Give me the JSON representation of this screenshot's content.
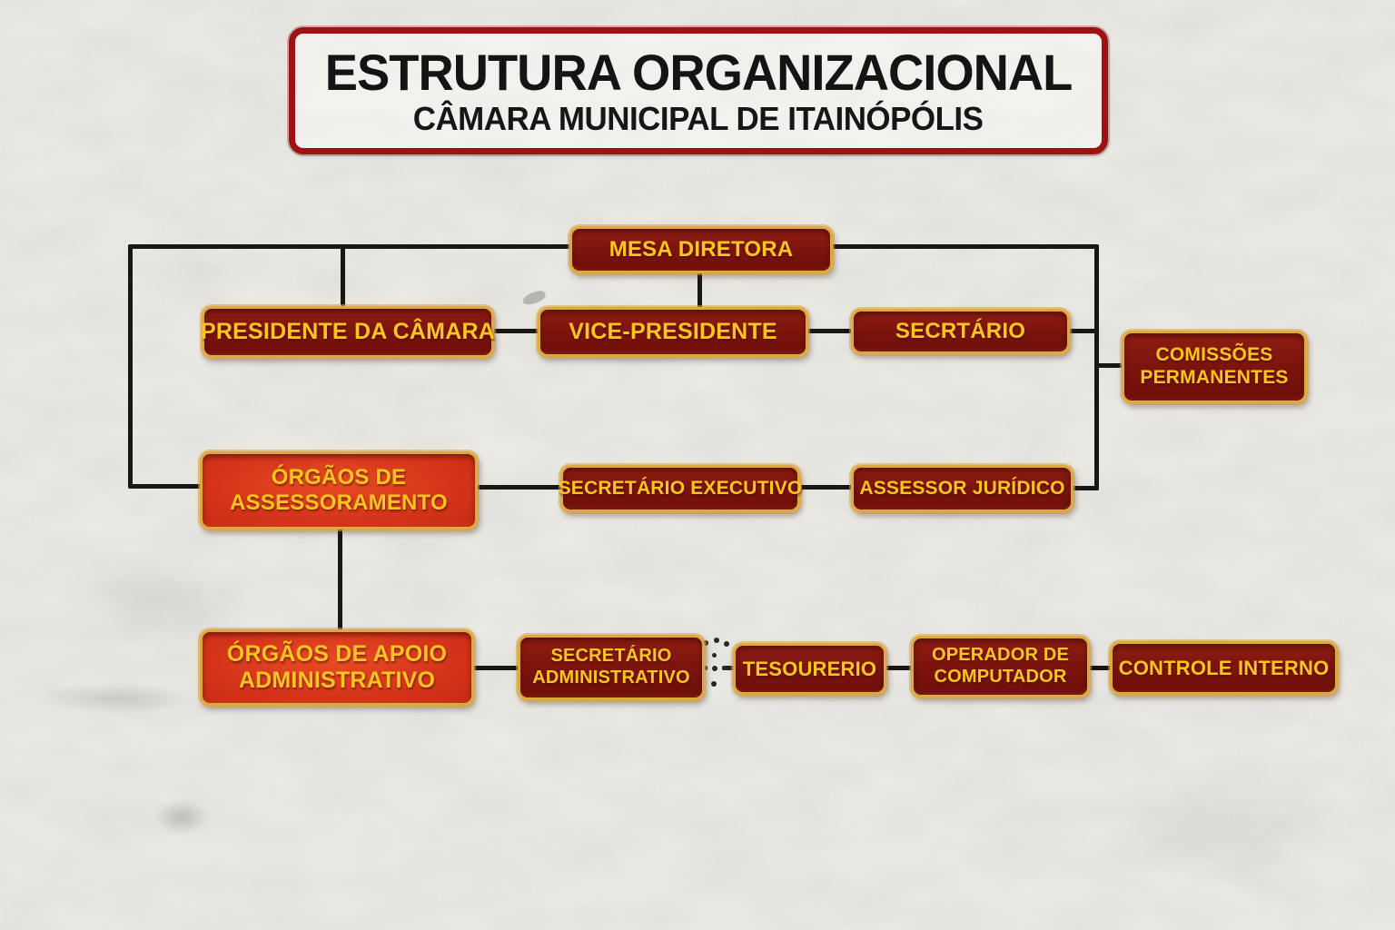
{
  "title": {
    "line1": "ESTRUTURA ORGANIZACIONAL",
    "line2": "CÂMARA MUNICIPAL DE ITAINÓPÓLIS"
  },
  "colors": {
    "title_border_red": "#9e1212",
    "box_maroon": "#7a130c",
    "box_orange": "#d5341a",
    "box_border_gold": "#dfa93f",
    "text_yellow": "#ffc41f",
    "title_text_black": "#141414",
    "connector_black": "#1a1614",
    "paper_background": "#efeeeb"
  },
  "org": {
    "nodes": [
      {
        "id": "mesa-diretora",
        "label": "MESA DIRETORA",
        "variant": "maroon"
      },
      {
        "id": "presidente-da-camara",
        "label": "PRESIDENTE DA CÂMARA",
        "variant": "maroon"
      },
      {
        "id": "vice-presidente",
        "label": "VICE-PRESIDENTE",
        "variant": "maroon"
      },
      {
        "id": "secrtario",
        "label": "SECRTÁRIO",
        "variant": "maroon"
      },
      {
        "id": "comissoes-permanentes",
        "label": "COMISSÕES PERMANENTES",
        "variant": "maroon"
      },
      {
        "id": "orgaos-de-assessoramento",
        "label": "ÓRGÃOS DE ASSESSORAMENTO",
        "variant": "orange"
      },
      {
        "id": "secretario-executivo",
        "label": "SECRETÁRIO EXECUTIVO",
        "variant": "maroon"
      },
      {
        "id": "assessor-juridico",
        "label": "ASSESSOR JURÍDICO",
        "variant": "maroon"
      },
      {
        "id": "orgaos-de-apoio-administrativo",
        "label": "ÓRGÃOS DE APOIO ADMINISTRATIVO",
        "variant": "orange"
      },
      {
        "id": "secretario-administrativo",
        "label": "SECRETÁRIO ADMINISTRATIVO",
        "variant": "maroon"
      },
      {
        "id": "tesourerio",
        "label": "TESOURERIO",
        "variant": "maroon"
      },
      {
        "id": "operador-de-computador",
        "label": "OPERADOR DE COMPUTADOR",
        "variant": "maroon"
      },
      {
        "id": "controle-interno",
        "label": "CONTROLE INTERNO",
        "variant": "maroon"
      }
    ],
    "edges": [
      {
        "from": "mesa-diretora",
        "to": "presidente-da-camara",
        "style": "solid"
      },
      {
        "from": "mesa-diretora",
        "to": "vice-presidente",
        "style": "solid"
      },
      {
        "from": "mesa-diretora",
        "to": "comissoes-permanentes",
        "style": "solid"
      },
      {
        "from": "mesa-diretora",
        "to": "orgaos-de-assessoramento",
        "style": "solid"
      },
      {
        "from": "presidente-da-camara",
        "to": "vice-presidente",
        "style": "solid"
      },
      {
        "from": "vice-presidente",
        "to": "secrtario",
        "style": "solid"
      },
      {
        "from": "secrtario",
        "to": "comissoes-permanentes",
        "style": "solid"
      },
      {
        "from": "orgaos-de-assessoramento",
        "to": "secretario-executivo",
        "style": "solid"
      },
      {
        "from": "secretario-executivo",
        "to": "assessor-juridico",
        "style": "solid"
      },
      {
        "from": "assessor-juridico",
        "to": "comissoes-permanentes",
        "style": "solid"
      },
      {
        "from": "orgaos-de-assessoramento",
        "to": "orgaos-de-apoio-administrativo",
        "style": "solid"
      },
      {
        "from": "orgaos-de-apoio-administrativo",
        "to": "secretario-administrativo",
        "style": "solid"
      },
      {
        "from": "secretario-administrativo",
        "to": "tesourerio",
        "style": "dotted"
      },
      {
        "from": "tesourerio",
        "to": "operador-de-computador",
        "style": "solid"
      },
      {
        "from": "operador-de-computador",
        "to": "controle-interno",
        "style": "solid"
      }
    ]
  }
}
